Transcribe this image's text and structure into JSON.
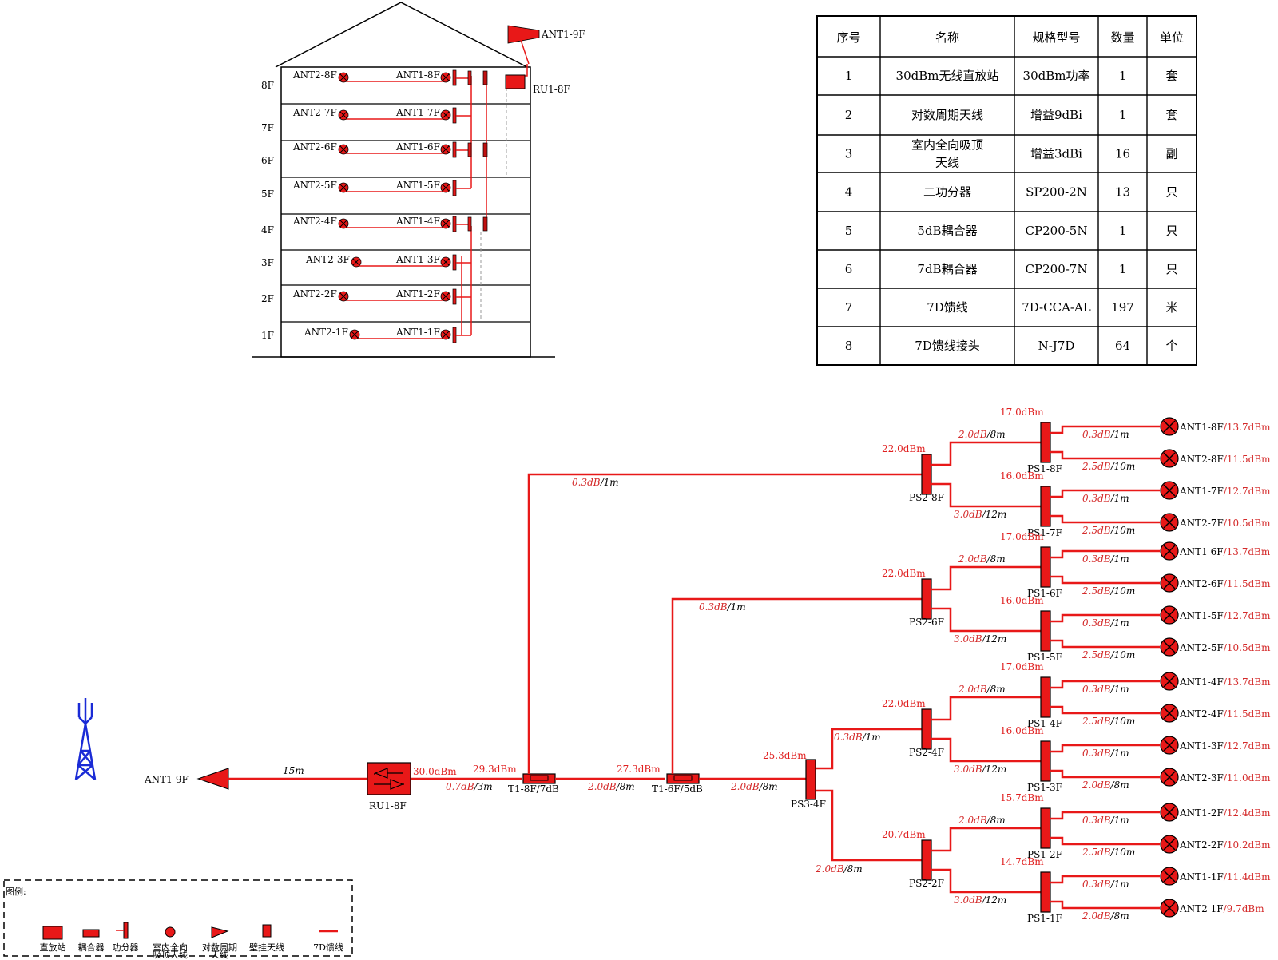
{
  "colors": {
    "feeder": "#e81818",
    "tower": "#1a2bd6",
    "text_red": "#d42a2a"
  },
  "building": {
    "floors": [
      "8F",
      "7F",
      "6F",
      "5F",
      "4F",
      "3F",
      "2F",
      "1F"
    ],
    "ant2": [
      "ANT2-8F",
      "ANT2-7F",
      "ANT2-6F",
      "ANT2-5F",
      "ANT2-4F",
      "ANT2-3F",
      "ANT2-2F",
      "ANT2-1F"
    ],
    "ant1": [
      "ANT1-8F",
      "ANT1-7F",
      "ANT1-6F",
      "ANT1-5F",
      "ANT1-4F",
      "ANT1-3F",
      "ANT1-2F",
      "ANT1-1F"
    ],
    "roof_antenna": "ANT1-9F",
    "ru": "RU1-8F"
  },
  "table": {
    "headers": [
      "序号",
      "名称",
      "规格型号",
      "数量",
      "单位"
    ],
    "rows": [
      [
        "1",
        "30dBm无线直放站",
        "30dBm功率",
        "1",
        "套"
      ],
      [
        "2",
        "对数周期天线",
        "增益9dBi",
        "1",
        "套"
      ],
      [
        "3",
        "室内全向吸顶天线",
        "增益3dBi",
        "16",
        "副"
      ],
      [
        "4",
        "二功分器",
        "SP200-2N",
        "13",
        "只"
      ],
      [
        "5",
        "5dB耦合器",
        "CP200-5N",
        "1",
        "只"
      ],
      [
        "6",
        "7dB耦合器",
        "CP200-7N",
        "1",
        "只"
      ],
      [
        "7",
        "7D馈线",
        "7D-CCA-AL",
        "197",
        "米"
      ],
      [
        "8",
        "7D馈线接头",
        "N-J7D",
        "64",
        "个"
      ]
    ]
  },
  "main_chain": {
    "donor_antenna": "ANT1-9F",
    "donor_cable": "15m",
    "ru": "RU1-8F",
    "ru_out": "30.0dBm",
    "seg1": "0.7dB/3m",
    "t1_in": "29.3dBm",
    "t1": "T1-8F/7dB",
    "seg2": "2.0dB/8m",
    "t2_in": "27.3dBm",
    "t2": "T1-6F/5dB",
    "seg3": "2.0dB/8m",
    "ps3_in": "25.3dBm",
    "ps3": "PS3-4F"
  },
  "branches": [
    {
      "ps2": "PS2-8F",
      "ps2_in": "22.0dBm",
      "feed": "0.3dB/1m",
      "upper": {
        "cable": "2.0dB/8m",
        "ps1": "PS1-8F",
        "ps1_in": "17.0dBm",
        "a": {
          "cable": "0.3dB/1m",
          "name": "ANT1-8F/13.7dBm"
        },
        "b": {
          "cable": "2.5dB/10m",
          "name": "ANT2-8F/11.5dBm"
        }
      },
      "lower": {
        "cable": "3.0dB/12m",
        "ps1": "PS1-7F",
        "ps1_in": "16.0dBm",
        "a": {
          "cable": "0.3dB/1m",
          "name": "ANT1-7F/12.7dBm"
        },
        "b": {
          "cable": "2.5dB/10m",
          "name": "ANT2-7F/10.5dBm"
        }
      }
    },
    {
      "ps2": "PS2-6F",
      "ps2_in": "22.0dBm",
      "feed": "0.3dB/1m",
      "upper": {
        "cable": "2.0dB/8m",
        "ps1": "PS1-6F",
        "ps1_in": "17.0dBm",
        "a": {
          "cable": "0.3dB/1m",
          "name": "ANT1 6F/13.7dBm"
        },
        "b": {
          "cable": "2.5dB/10m",
          "name": "ANT2-6F/11.5dBm"
        }
      },
      "lower": {
        "cable": "3.0dB/12m",
        "ps1": "PS1-5F",
        "ps1_in": "16.0dBm",
        "a": {
          "cable": "0.3dB/1m",
          "name": "ANT1-5F/12.7dBm"
        },
        "b": {
          "cable": "2.5dB/10m",
          "name": "ANT2-5F/10.5dBm"
        }
      }
    },
    {
      "ps2": "PS2-4F",
      "ps2_in": "22.0dBm",
      "feed": "0.3dB/1m",
      "upper": {
        "cable": "2.0dB/8m",
        "ps1": "PS1-4F",
        "ps1_in": "17.0dBm",
        "a": {
          "cable": "0.3dB/1m",
          "name": "ANT1-4F/13.7dBm"
        },
        "b": {
          "cable": "2.5dB/10m",
          "name": "ANT2-4F/11.5dBm"
        }
      },
      "lower": {
        "cable": "3.0dB/12m",
        "ps1": "PS1-3F",
        "ps1_in": "16.0dBm",
        "a": {
          "cable": "0.3dB/1m",
          "name": "ANT1-3F/12.7dBm"
        },
        "b": {
          "cable": "2.0dB/8m",
          "name": "ANT2-3F/11.0dBm"
        }
      }
    },
    {
      "ps2": "PS2-2F",
      "ps2_in": "20.7dBm",
      "feed": "2.0dB/8m",
      "upper": {
        "cable": "2.0dB/8m",
        "ps1": "PS1-2F",
        "ps1_in": "15.7dBm",
        "a": {
          "cable": "0.3dB/1m",
          "name": "ANT1-2F/12.4dBm"
        },
        "b": {
          "cable": "2.5dB/10m",
          "name": "ANT2-2F/10.2dBm"
        }
      },
      "lower": {
        "cable": "3.0dB/12m",
        "ps1": "PS1-1F",
        "ps1_in": "14.7dBm",
        "a": {
          "cable": "0.3dB/1m",
          "name": "ANT1-1F/11.4dBm"
        },
        "b": {
          "cable": "2.0dB/8m",
          "name": "ANT2 1F/9.7dBm"
        }
      }
    }
  ],
  "legend": {
    "title": "图例:",
    "items": [
      {
        "l1": "直放站",
        "l2": ""
      },
      {
        "l1": "耦合器",
        "l2": ""
      },
      {
        "l1": "功分器",
        "l2": ""
      },
      {
        "l1": "室内全向",
        "l2": "吸顶天线"
      },
      {
        "l1": "对数周期",
        "l2": "天线"
      },
      {
        "l1": "壁挂天线",
        "l2": ""
      },
      {
        "l1": "7D馈线",
        "l2": ""
      }
    ]
  }
}
